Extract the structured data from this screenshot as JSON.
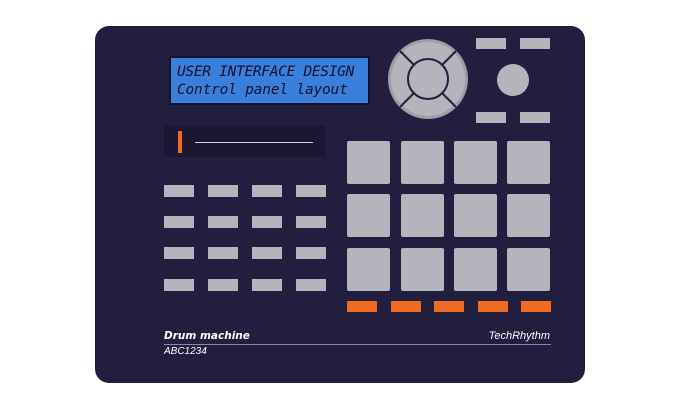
{
  "display": {
    "line1": "USER INTERFACE DESIGN",
    "line2": "Control panel layout"
  },
  "branding": {
    "model_name": "Drum machine",
    "model_code": "ABC1234",
    "brand": "TechRhythm"
  },
  "colors": {
    "body": "#221e3d",
    "lcd": "#3a7fdc",
    "buttons": "#b4b4bc",
    "accent": "#ef6b22"
  },
  "controls": {
    "slider_position": 0.08,
    "key_grid": {
      "rows": 4,
      "cols": 4
    },
    "pad_grid": {
      "rows": 3,
      "cols": 4
    },
    "accent_buttons": 5
  }
}
